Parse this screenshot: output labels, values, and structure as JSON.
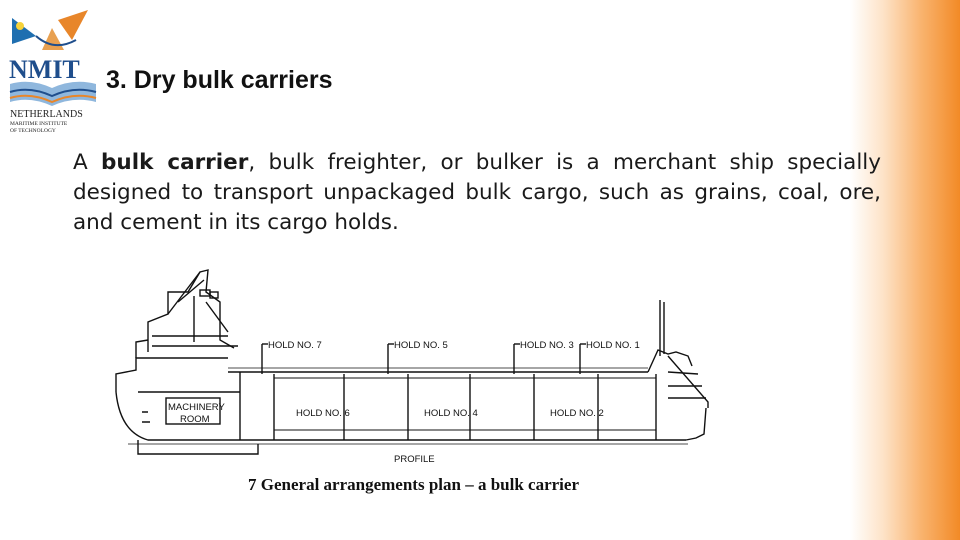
{
  "logo": {
    "name": "NMIT",
    "line1": "NETHERLANDS",
    "line2": "MARITIME INSTITUTE",
    "line3": "OF TECHNOLOGY"
  },
  "slide": {
    "title": "3. Dry bulk carriers",
    "body_prefix": "A ",
    "body_bold": "bulk carrier",
    "body_rest": ", bulk freighter, or bulker is a merchant ship specially designed to transport unpackaged bulk cargo, such as grains, coal, ore, and cement in its cargo holds."
  },
  "diagram": {
    "holds_top": [
      "HOLD NO. 7",
      "HOLD NO. 5",
      "HOLD NO. 3",
      "HOLD NO. 1"
    ],
    "holds_mid": [
      "HOLD NO. 6",
      "HOLD NO. 4",
      "HOLD NO. 2"
    ],
    "machinery_line1": "MACHINERY",
    "machinery_line2": "ROOM",
    "profile": "PROFILE",
    "caption": "7 General arrangements plan – a bulk carrier"
  },
  "colors": {
    "accent": "#f28a26",
    "logo_blue": "#1f4e8c",
    "logo_orange": "#e8862a"
  }
}
